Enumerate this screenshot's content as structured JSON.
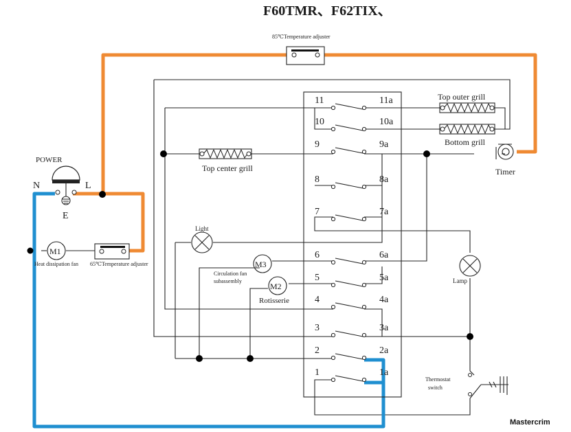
{
  "title": "F60TMR、F62TIX、",
  "watermark": "Mastercrim",
  "labels": {
    "power": "POWER",
    "neutral": "N",
    "live": "L",
    "earth": "E",
    "adjuster_85": "85℃Temperature adjuster",
    "adjuster_65": "65℃Temperature adjuster",
    "top_outer_grill": "Top outer grill",
    "bottom_grill": "Bottom grill",
    "top_center_grill": "Top center grill",
    "timer": "Timer",
    "light": "Light",
    "lamp": "Lamp",
    "circulation_fan_1": "Circulation fan",
    "circulation_fan_2": "subassembly",
    "rotisserie": "Rotisserie",
    "heat_fan": "Heat dissipation fan",
    "thermostat_1": "Thermostat",
    "thermostat_2": "switch",
    "m1": "M1",
    "m2": "M2",
    "m3": "M3"
  },
  "switch_terminals": [
    {
      "left": "11",
      "right": "11a"
    },
    {
      "left": "10",
      "right": "10a"
    },
    {
      "left": "9",
      "right": "9a"
    },
    {
      "left": "8",
      "right": "8a"
    },
    {
      "left": "7",
      "right": "7a"
    },
    {
      "left": "6",
      "right": "6a"
    },
    {
      "left": "5",
      "right": "5a"
    },
    {
      "left": "4",
      "right": "4a"
    },
    {
      "left": "3",
      "right": "3a"
    },
    {
      "left": "2",
      "right": "2a"
    },
    {
      "left": "1",
      "right": "1a"
    }
  ],
  "colors": {
    "live_wire": "#ef8a33",
    "neutral_wire": "#1f8fd0",
    "wire": "#222222"
  }
}
